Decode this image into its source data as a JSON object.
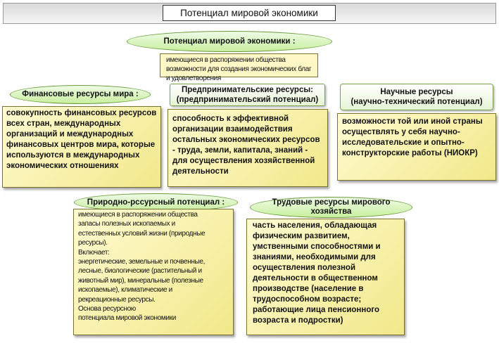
{
  "title": "Потенциал мировой экономики",
  "main": {
    "header": "Потенциал мировой экономики  :",
    "definition": "имеющиеся в  распоряжении общества  возможности для создания экономических благ и  удовлетворения"
  },
  "financial": {
    "header": "Финансовые ресурсы мира :",
    "body": "совокупность финансовых ресурсов всех стран, международных организаций и международных финансовых центров мира, которые используются в международных экономических отношениях"
  },
  "entrepreneurial": {
    "header": "Предпринимательские ресурсы:\n(предпринимательский потенциал)",
    "body": "способность к эффективной организации взаимодействия остальных экономических ресурсов - труда, земли, капитала, знаний - для осуществления хозяйственной деятельности"
  },
  "scientific": {
    "header": "Научные ресурсы\n(научно-технический потенциал)",
    "body": "возможности той или иной страны осуществлять у себя научно-исследовательские и опытно-конструкторские работы (НИОКР)"
  },
  "natural": {
    "header": "Природно-рссурсный потенциал :",
    "body": "имеющиеся в  распоряжении общества\nзапасы полезных ископаемых и\nестественных условий жизни (природные\nресурсы).\n          Включает:\nэнергетические, земельные и почвенные,\nлесные, биологические (растительный и\nживотный мир), минеральные (полезные\nископаемые), климатические и\nрекреационные ресурсы.\nОснова ресурсною\nпотенциала мировой экономики"
  },
  "labor": {
    "header": "Трудовые ресурсы мирового\nхозяйства",
    "body": " часть населения, обладающая физическим развитием, умственными способностями и знаниями, необходимыми для осуществления полезной деятельности в общественном производстве (население в трудоспособном возрасте; работающие лица пенсионного возраста и подростки)"
  },
  "colors": {
    "pill_fill": "#c8ef9e",
    "box_fill": "#f7ef9f",
    "border": "#6b9a3e"
  }
}
